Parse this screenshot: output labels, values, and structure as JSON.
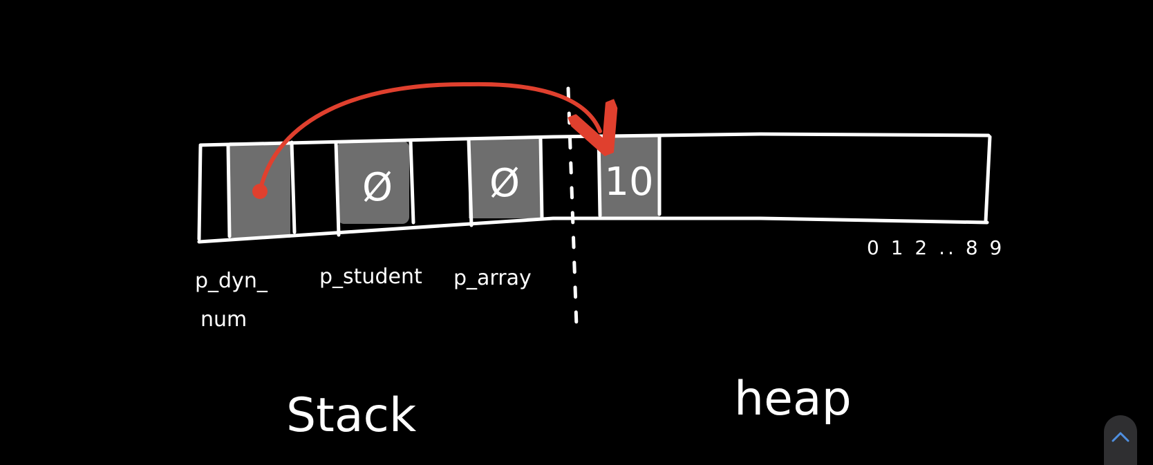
{
  "colors": {
    "background": "#000000",
    "stroke": "#ffffff",
    "cell_fill": "#6e6e6e",
    "pointer": "#e0402e",
    "scroll_button": "#2f2f31",
    "scroll_icon": "#4f8fe0"
  },
  "stack_cells": [
    {
      "label_line1": "p_dyn_",
      "label_line2": "num",
      "value": ""
    },
    {
      "label_line1": "p_student",
      "label_line2": "",
      "value": "Ø"
    },
    {
      "label_line1": "p_array",
      "label_line2": "",
      "value": "Ø"
    }
  ],
  "heap_cells": [
    {
      "value": "10"
    }
  ],
  "heap_index_label": "0 1 2 .. 8 9",
  "region_labels": {
    "stack": "Stack",
    "heap": "heap"
  },
  "icons": {
    "scroll_top": "chevron-up-icon"
  }
}
